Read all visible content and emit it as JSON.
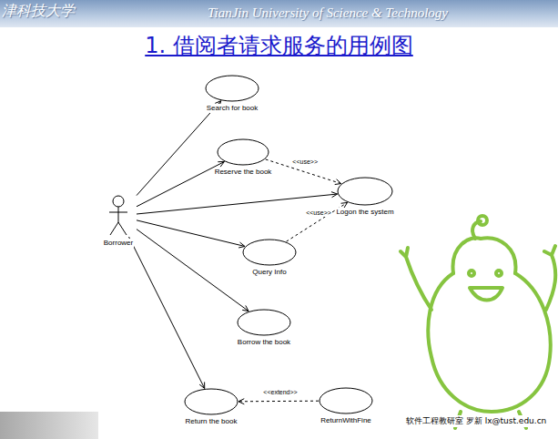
{
  "diagram": {
    "title": "1. 借阅者请求服务的用例图",
    "nodes": [
      {
        "text": [
          "Borrower"
        ]
      },
      {
        "text": [
          "Search for book"
        ]
      },
      {
        "text": [
          "Reserve the book"
        ]
      },
      {
        "text": [
          "Logon the system"
        ]
      },
      {
        "text": [
          "Query Info"
        ]
      },
      {
        "text": [
          "Borrow the book"
        ]
      },
      {
        "text": [
          "Return the book"
        ]
      },
      {
        "text": [
          "ReturnWithFine"
        ]
      }
    ],
    "edges": [
      {
        "from": 0,
        "to": 1,
        "arrow": "to"
      },
      {
        "from": 0,
        "to": 2,
        "arrow": "to"
      },
      {
        "from": 0,
        "to": 3,
        "arrow": "to"
      },
      {
        "from": 0,
        "to": 4,
        "arrow": "to"
      },
      {
        "from": 0,
        "to": 5,
        "arrow": "to"
      },
      {
        "from": 0,
        "to": 6,
        "arrow": "to"
      },
      {
        "from": 2,
        "to": 3,
        "label": "<<use>>",
        "arrow": "to"
      },
      {
        "from": 4,
        "to": 3,
        "label": "<<use>>",
        "arrow": "to"
      },
      {
        "from": 7,
        "to": 6,
        "label": "<<extend>>",
        "arrow": "to"
      }
    ],
    "labels": [
      "津科技大学",
      "TianJin University of Science & Technology",
      "软件工程教研室 罗新 lx@tust.edu.cn"
    ]
  }
}
